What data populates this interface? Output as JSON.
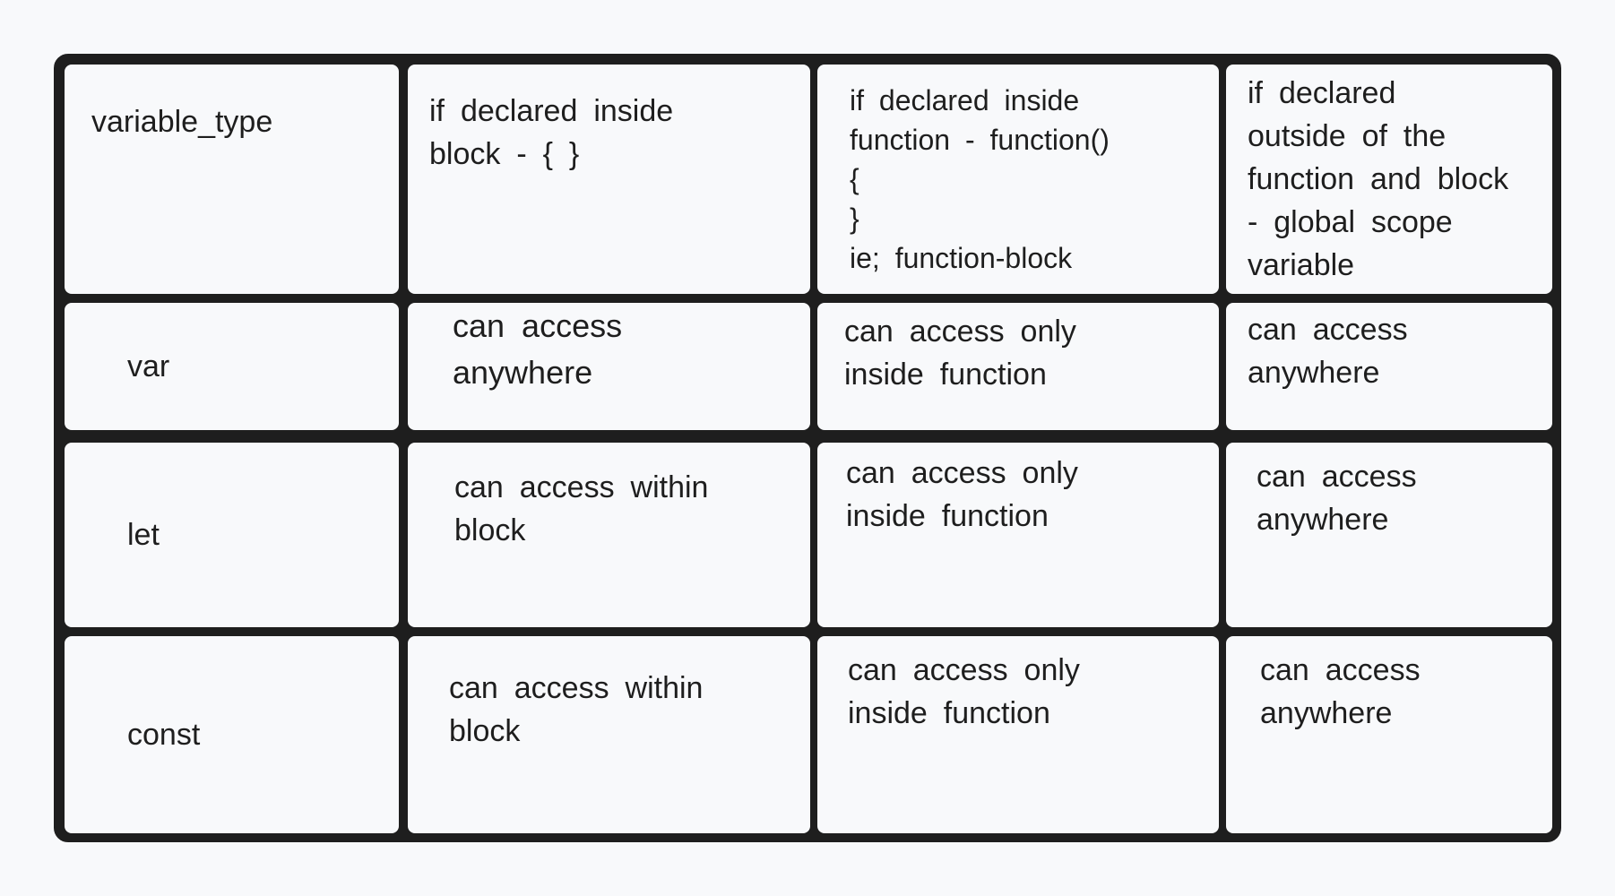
{
  "table": {
    "header": {
      "variable_type": "variable_type",
      "block": "if  declared   inside\nblock  - {  }",
      "function": "if  declared   inside\nfunction   - function()\n{\n   }\nie;  function-block",
      "global": "if  declared\noutside   of  the\nfunction   and  block\n- global   scope\nvariable"
    },
    "rows": [
      {
        "type": "var",
        "block": "can  access\nanywhere",
        "function": "can  access  only\ninside   function",
        "global": "can  access\nanywhere"
      },
      {
        "type": "let",
        "block": "can  access  within\nblock",
        "function": "can  access  only\ninside   function",
        "global": "can  access\nanywhere"
      },
      {
        "type": "const",
        "block": "can  access  within\nblock",
        "function": "can  access  only\ninside   function",
        "global": "can  access\nanywhere"
      }
    ]
  },
  "colors": {
    "border": "#1e1e1e",
    "background": "#f8f9fb",
    "text": "#1e1e1e"
  }
}
